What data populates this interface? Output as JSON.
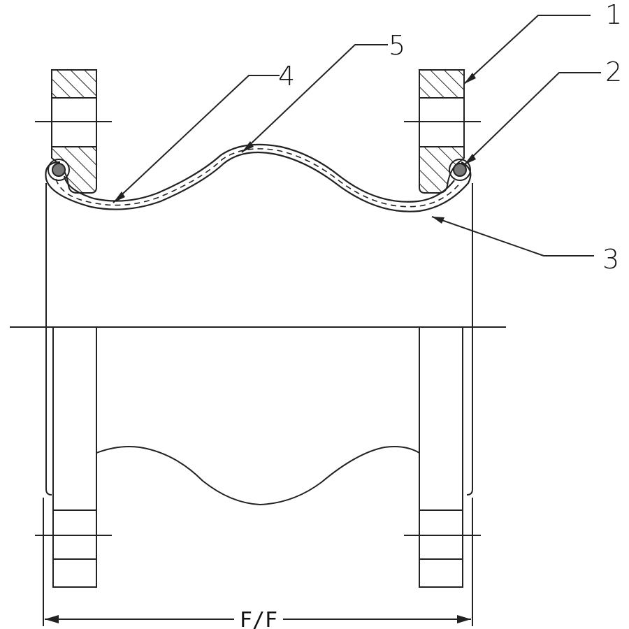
{
  "callouts": {
    "c1": "1",
    "c2": "2",
    "c3": "3",
    "c4": "4",
    "c5": "5"
  },
  "dimension": {
    "label": "F/F"
  }
}
